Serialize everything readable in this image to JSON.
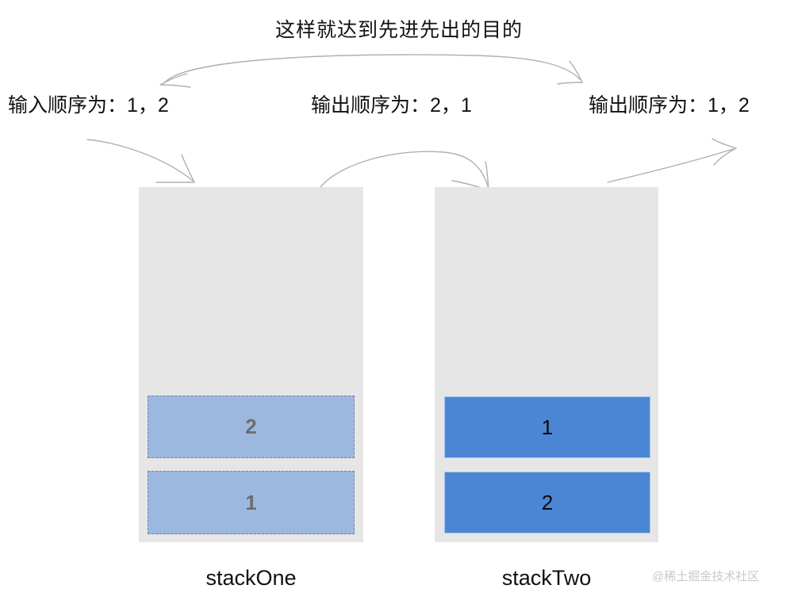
{
  "diagram": {
    "title": "这样就达到先进先出的目的",
    "captions": {
      "input": "输入顺序为：1，2",
      "middle_output": "输出顺序为：2，1",
      "right_output": "输出顺序为：1，2"
    },
    "stacks": [
      {
        "name": "stackOne",
        "label": "stackOne",
        "style": "light-dashed",
        "fill_color": "#9DB8DF",
        "border_color": "#7F7F9F",
        "text_color": "#6D6D6D",
        "container_color": "#E6E6E6",
        "cells": [
          {
            "value": "2",
            "position": "top"
          },
          {
            "value": "1",
            "position": "bottom"
          }
        ]
      },
      {
        "name": "stackTwo",
        "label": "stackTwo",
        "style": "solid",
        "fill_color": "#4A86D4",
        "border_color": "#A8C4E8",
        "text_color": "#0B0B0B",
        "container_color": "#E6E6E6",
        "cells": [
          {
            "value": "1",
            "position": "top"
          },
          {
            "value": "2",
            "position": "bottom"
          }
        ]
      }
    ],
    "arrows": [
      {
        "name": "top-double-arrow",
        "from": "输出顺序为：2，1",
        "to": "输出顺序为：1，2",
        "heads": "both"
      },
      {
        "name": "input-to-stackone-arrow",
        "from": "输入顺序为：1，2",
        "to": "stackOne",
        "heads": "end"
      },
      {
        "name": "stackone-to-stacktwo-arrow",
        "from": "stackOne",
        "to": "stackTwo",
        "heads": "end"
      },
      {
        "name": "stacktwo-to-output-arrow",
        "from": "stackTwo",
        "to": "输出顺序为：1，2",
        "heads": "end"
      }
    ],
    "arrow_color": "#AFAFAF",
    "watermark": "@稀土掘金技术社区"
  }
}
